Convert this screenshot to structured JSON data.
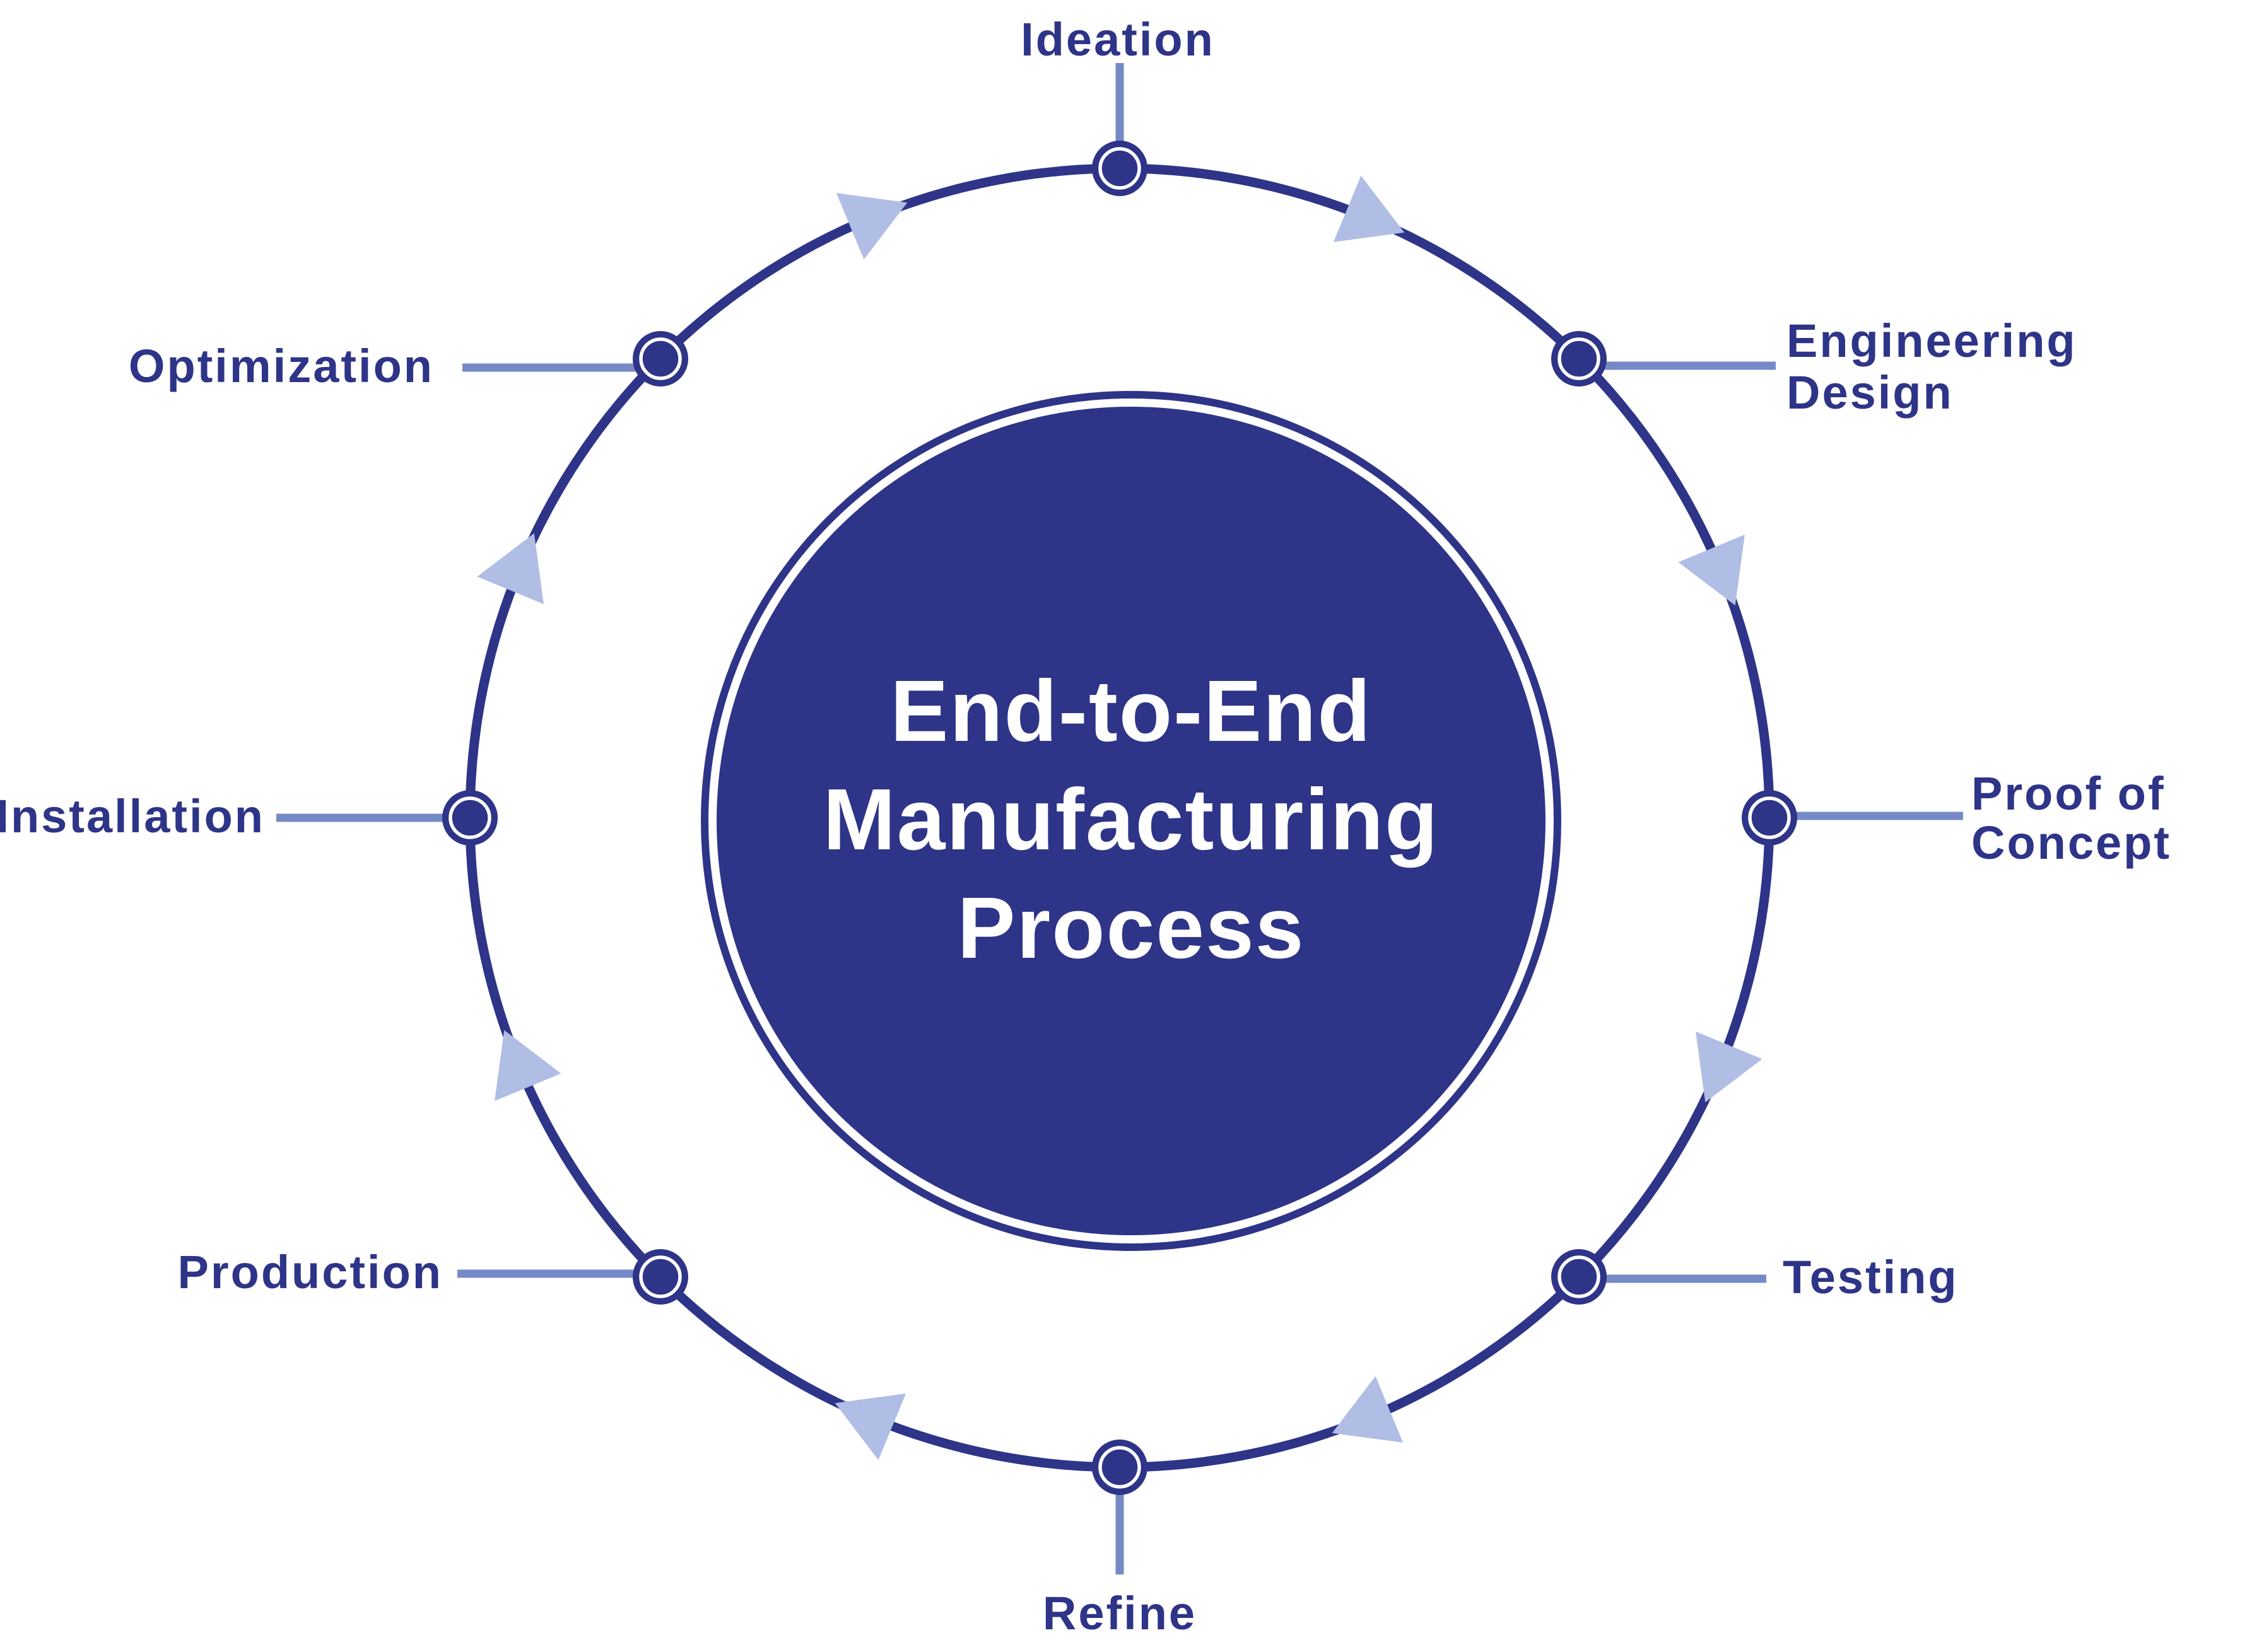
{
  "diagram": {
    "title_lines": [
      "End-to-End",
      "Manufacturing",
      "Process"
    ],
    "flow_direction": "clockwise",
    "stages": [
      {
        "id": "ideation",
        "label": "Ideation",
        "lines": [
          "Ideation"
        ]
      },
      {
        "id": "engineering-design",
        "label": "Engineering Design",
        "lines": [
          "Engineering",
          "Design"
        ]
      },
      {
        "id": "proof-of-concept",
        "label": "Proof of Concept",
        "lines": [
          "Proof of",
          "Concept"
        ]
      },
      {
        "id": "testing",
        "label": "Testing",
        "lines": [
          "Testing"
        ]
      },
      {
        "id": "refine",
        "label": "Refine",
        "lines": [
          "Refine"
        ]
      },
      {
        "id": "production",
        "label": "Production",
        "lines": [
          "Production"
        ]
      },
      {
        "id": "installation",
        "label": "Installation",
        "lines": [
          "Installation"
        ]
      },
      {
        "id": "optimization",
        "label": "Optimization",
        "lines": [
          "Optimization"
        ]
      }
    ],
    "colors": {
      "navy": "#2E3488",
      "connector": "#7489C6",
      "arrow": "#B0BDE4",
      "title_text": "#FFFFFF",
      "background": "#FFFFFF"
    }
  }
}
